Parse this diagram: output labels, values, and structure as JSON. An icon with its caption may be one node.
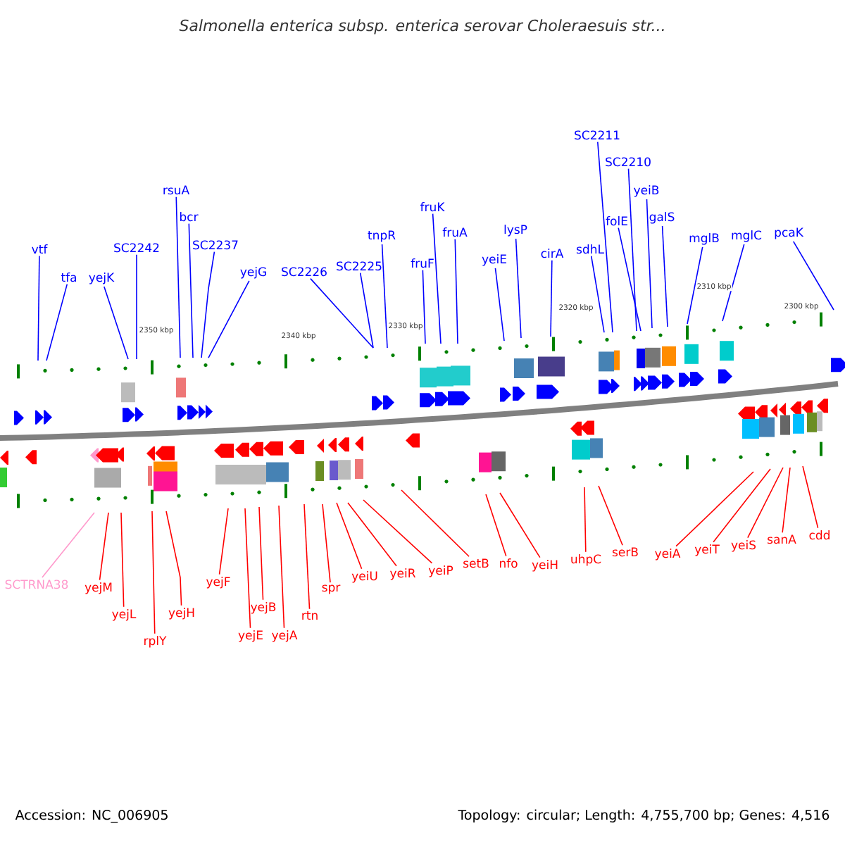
{
  "diagram": {
    "title": "Salmonella enterica subsp. enterica serovar Choleraesuis str...",
    "nodes": [
      {
        "text": [
          "vtf"
        ]
      },
      {
        "text": [
          "tfa"
        ]
      },
      {
        "text": [
          "yejK"
        ]
      },
      {
        "text": [
          "SC2242"
        ]
      },
      {
        "text": [
          "rsuA"
        ]
      },
      {
        "text": [
          "bcr"
        ]
      },
      {
        "text": [
          "SC2237"
        ]
      },
      {
        "text": [
          "yejG"
        ]
      },
      {
        "text": [
          "SC2226"
        ]
      },
      {
        "text": [
          "SC2225"
        ]
      },
      {
        "text": [
          "tnpR"
        ]
      },
      {
        "text": [
          "fruF"
        ]
      },
      {
        "text": [
          "fruK"
        ]
      },
      {
        "text": [
          "fruA"
        ]
      },
      {
        "text": [
          "yeiE"
        ]
      },
      {
        "text": [
          "lysP"
        ]
      },
      {
        "text": [
          "cirA"
        ]
      },
      {
        "text": [
          "sdhL"
        ]
      },
      {
        "text": [
          "SC2211"
        ]
      },
      {
        "text": [
          "SC2210"
        ]
      },
      {
        "text": [
          "yeiB"
        ]
      },
      {
        "text": [
          "folE"
        ]
      },
      {
        "text": [
          "galS"
        ]
      },
      {
        "text": [
          "mglB"
        ]
      },
      {
        "text": [
          "mglC"
        ]
      },
      {
        "text": [
          "pcaK"
        ]
      },
      {
        "text": [
          "SCTRNA38"
        ]
      },
      {
        "text": [
          "yejM"
        ]
      },
      {
        "text": [
          "yejL"
        ]
      },
      {
        "text": [
          "rplY"
        ]
      },
      {
        "text": [
          "yejH"
        ]
      },
      {
        "text": [
          "yejF"
        ]
      },
      {
        "text": [
          "yejE"
        ]
      },
      {
        "text": [
          "yejB"
        ]
      },
      {
        "text": [
          "yejA"
        ]
      },
      {
        "text": [
          "rtn"
        ]
      },
      {
        "text": [
          "spr"
        ]
      },
      {
        "text": [
          "yeiU"
        ]
      },
      {
        "text": [
          "yeiR"
        ]
      },
      {
        "text": [
          "yeiP"
        ]
      },
      {
        "text": [
          "setB"
        ]
      },
      {
        "text": [
          "nfo"
        ]
      },
      {
        "text": [
          "yeiH"
        ]
      },
      {
        "text": [
          "uhpC"
        ]
      },
      {
        "text": [
          "serB"
        ]
      },
      {
        "text": [
          "yeiA"
        ]
      },
      {
        "text": [
          "yeiT"
        ]
      },
      {
        "text": [
          "yeiS"
        ]
      },
      {
        "text": [
          "sanA"
        ]
      },
      {
        "text": [
          "cdd"
        ]
      }
    ],
    "edges": [
      {
        "from": 0,
        "to": null,
        "arrow": "none",
        "color": "#0000ff"
      },
      {
        "from": 1,
        "to": null,
        "arrow": "none",
        "color": "#0000ff"
      },
      {
        "from": 2,
        "to": null,
        "arrow": "none",
        "color": "#0000ff"
      },
      {
        "from": 3,
        "to": null,
        "arrow": "none",
        "color": "#0000ff"
      },
      {
        "from": 4,
        "to": null,
        "arrow": "none",
        "color": "#0000ff"
      },
      {
        "from": 5,
        "to": null,
        "arrow": "none",
        "color": "#0000ff"
      },
      {
        "from": 6,
        "to": null,
        "arrow": "none",
        "color": "#0000ff"
      },
      {
        "from": 7,
        "to": null,
        "arrow": "none",
        "color": "#0000ff"
      },
      {
        "from": 8,
        "to": null,
        "arrow": "none",
        "color": "#0000ff"
      },
      {
        "from": 9,
        "to": null,
        "arrow": "none",
        "color": "#0000ff"
      },
      {
        "from": 10,
        "to": null,
        "arrow": "none",
        "color": "#0000ff"
      },
      {
        "from": 11,
        "to": null,
        "arrow": "none",
        "color": "#0000ff"
      },
      {
        "from": 12,
        "to": null,
        "arrow": "none",
        "color": "#0000ff"
      },
      {
        "from": 13,
        "to": null,
        "arrow": "none",
        "color": "#0000ff"
      },
      {
        "from": 14,
        "to": null,
        "arrow": "none",
        "color": "#0000ff"
      },
      {
        "from": 15,
        "to": null,
        "arrow": "none",
        "color": "#0000ff"
      },
      {
        "from": 16,
        "to": null,
        "arrow": "none",
        "color": "#0000ff"
      },
      {
        "from": 17,
        "to": null,
        "arrow": "none",
        "color": "#0000ff"
      },
      {
        "from": 18,
        "to": null,
        "arrow": "none",
        "color": "#0000ff"
      },
      {
        "from": 19,
        "to": null,
        "arrow": "none",
        "color": "#0000ff"
      },
      {
        "from": 20,
        "to": null,
        "arrow": "none",
        "color": "#0000ff"
      },
      {
        "from": 21,
        "to": null,
        "arrow": "none",
        "color": "#0000ff"
      },
      {
        "from": 22,
        "to": null,
        "arrow": "none",
        "color": "#0000ff"
      },
      {
        "from": 23,
        "to": null,
        "arrow": "none",
        "color": "#0000ff"
      },
      {
        "from": 24,
        "to": null,
        "arrow": "none",
        "color": "#0000ff"
      },
      {
        "from": 25,
        "to": null,
        "arrow": "none",
        "color": "#0000ff"
      },
      {
        "from": 26,
        "to": null,
        "arrow": "none",
        "color": "#ff99cc"
      },
      {
        "from": 27,
        "to": null,
        "arrow": "none",
        "color": "#ff0000"
      },
      {
        "from": 28,
        "to": null,
        "arrow": "none",
        "color": "#ff0000"
      },
      {
        "from": 29,
        "to": null,
        "arrow": "none",
        "color": "#ff0000"
      },
      {
        "from": 30,
        "to": null,
        "arrow": "none",
        "color": "#ff0000"
      },
      {
        "from": 31,
        "to": null,
        "arrow": "none",
        "color": "#ff0000"
      },
      {
        "from": 32,
        "to": null,
        "arrow": "none",
        "color": "#ff0000"
      },
      {
        "from": 33,
        "to": null,
        "arrow": "none",
        "color": "#ff0000"
      },
      {
        "from": 34,
        "to": null,
        "arrow": "none",
        "color": "#ff0000"
      },
      {
        "from": 35,
        "to": null,
        "arrow": "none",
        "color": "#ff0000"
      },
      {
        "from": 36,
        "to": null,
        "arrow": "none",
        "color": "#ff0000"
      },
      {
        "from": 37,
        "to": null,
        "arrow": "none",
        "color": "#ff0000"
      },
      {
        "from": 38,
        "to": null,
        "arrow": "none",
        "color": "#ff0000"
      },
      {
        "from": 39,
        "to": null,
        "arrow": "none",
        "color": "#ff0000"
      },
      {
        "from": 40,
        "to": null,
        "arrow": "none",
        "color": "#ff0000"
      },
      {
        "from": 41,
        "to": null,
        "arrow": "none",
        "color": "#ff0000"
      },
      {
        "from": 42,
        "to": null,
        "arrow": "none",
        "color": "#ff0000"
      },
      {
        "from": 43,
        "to": null,
        "arrow": "none",
        "color": "#ff0000"
      },
      {
        "from": 44,
        "to": null,
        "arrow": "none",
        "color": "#ff0000"
      },
      {
        "from": 45,
        "to": null,
        "arrow": "none",
        "color": "#ff0000"
      },
      {
        "from": 46,
        "to": null,
        "arrow": "none",
        "color": "#ff0000"
      },
      {
        "from": 47,
        "to": null,
        "arrow": "none",
        "color": "#ff0000"
      },
      {
        "from": 48,
        "to": null,
        "arrow": "none",
        "color": "#ff0000"
      },
      {
        "from": 49,
        "to": null,
        "arrow": "none",
        "color": "#ff0000"
      }
    ],
    "labels": [
      "2350 kbp",
      "2340 kbp",
      "2330 kbp",
      "2320 kbp",
      "2310 kbp",
      "2300 kbp",
      "Accession: NC_006905",
      "Topology: circular; Length: 4,755,700 bp; Genes: 4,516"
    ]
  }
}
